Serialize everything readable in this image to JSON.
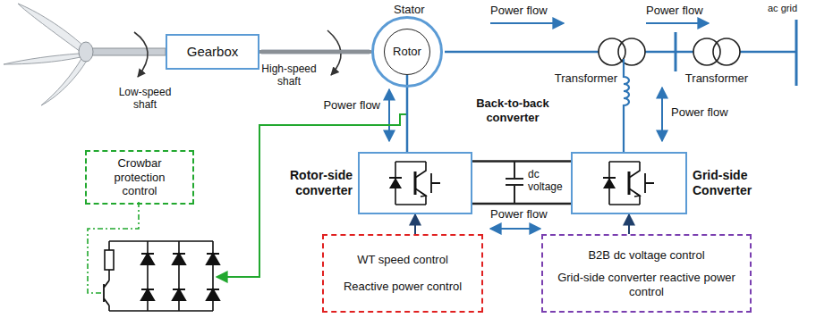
{
  "diagram": {
    "nodes": [
      {
        "text": [
          "Gearbox"
        ]
      },
      {
        "text": [
          "Stator"
        ]
      },
      {
        "text": [
          "Rotor"
        ],
        "in": 1
      },
      {
        "text": [
          "Crowbar protection control"
        ]
      },
      {
        "text": [
          "Rotor-side converter"
        ]
      },
      {
        "text": [
          "Grid-side Converter"
        ]
      },
      {
        "text": [
          "WT speed control",
          "Reactive power control"
        ]
      },
      {
        "text": [
          "B2B dc voltage control",
          "Grid-side converter reactive power control"
        ]
      }
    ],
    "edges": [
      {
        "from": 0,
        "to": 1,
        "arrow": "none"
      },
      {
        "from": 2,
        "to": 4,
        "arrow": "none"
      },
      {
        "from": 4,
        "to": 5,
        "arrow": "none"
      },
      {
        "from": 6,
        "to": 4,
        "arrow": "to"
      },
      {
        "from": 7,
        "to": 5,
        "arrow": "to"
      }
    ],
    "labels": [
      "Low-speed shaft",
      "High-speed shaft",
      "Power flow",
      "Power flow",
      "Transformer",
      "Transformer",
      "ac grid",
      "Power flow",
      "Back-to-back converter",
      "Power flow",
      "dc voltage",
      "Power flow"
    ]
  }
}
